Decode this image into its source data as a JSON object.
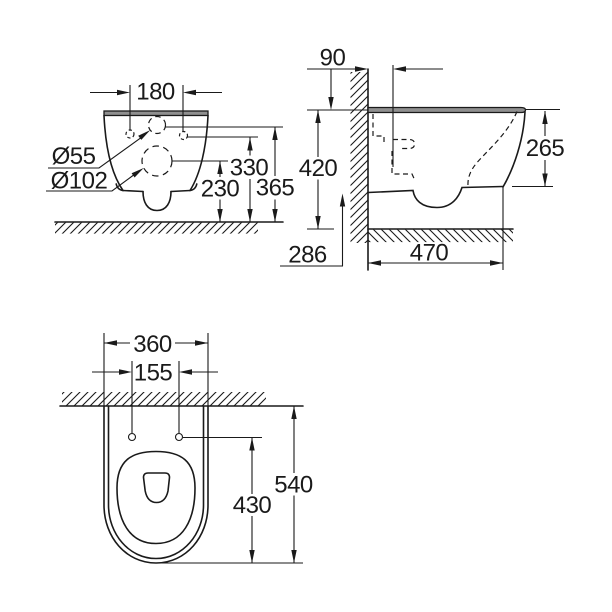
{
  "drawing": {
    "background_color": "#ffffff",
    "line_color": "#1a1a1a",
    "seat_fill_color": "#8f8f8f",
    "views": {
      "front": {
        "dims": {
          "hole_spacing": "180",
          "small_hole_diameter": "Ø55",
          "outlet_diameter": "Ø102",
          "outlet_center_height": "230",
          "hole_line_height": "330",
          "upper_hole_height": "365"
        }
      },
      "side": {
        "dims": {
          "wall_pipe_offset": "90",
          "rim_height": "420",
          "front_edge_height": "265",
          "underside_dimension": "286",
          "depth": "470"
        }
      },
      "plan": {
        "dims": {
          "overall_width": "360",
          "hole_spacing": "155",
          "hole_to_front_depth": "430",
          "overall_depth": "540"
        }
      }
    }
  }
}
